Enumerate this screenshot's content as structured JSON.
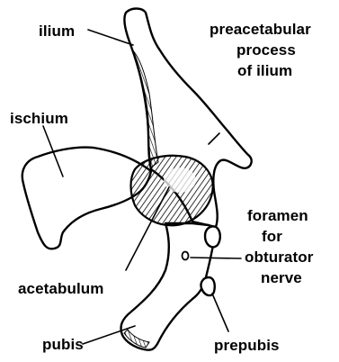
{
  "labels": {
    "ilium": "ilium",
    "preacetabular_1": "preacetabular",
    "preacetabular_2": "process",
    "preacetabular_3": "of   ilium",
    "ischium": "ischium",
    "foramen_1": "foramen",
    "foramen_2": "for",
    "foramen_3": "obturator",
    "foramen_4": "nerve",
    "acetabulum": "acetabulum",
    "pubis": "pubis",
    "prepubis": "prepubis"
  },
  "colors": {
    "ink": "#000000",
    "paper": "#ffffff"
  }
}
